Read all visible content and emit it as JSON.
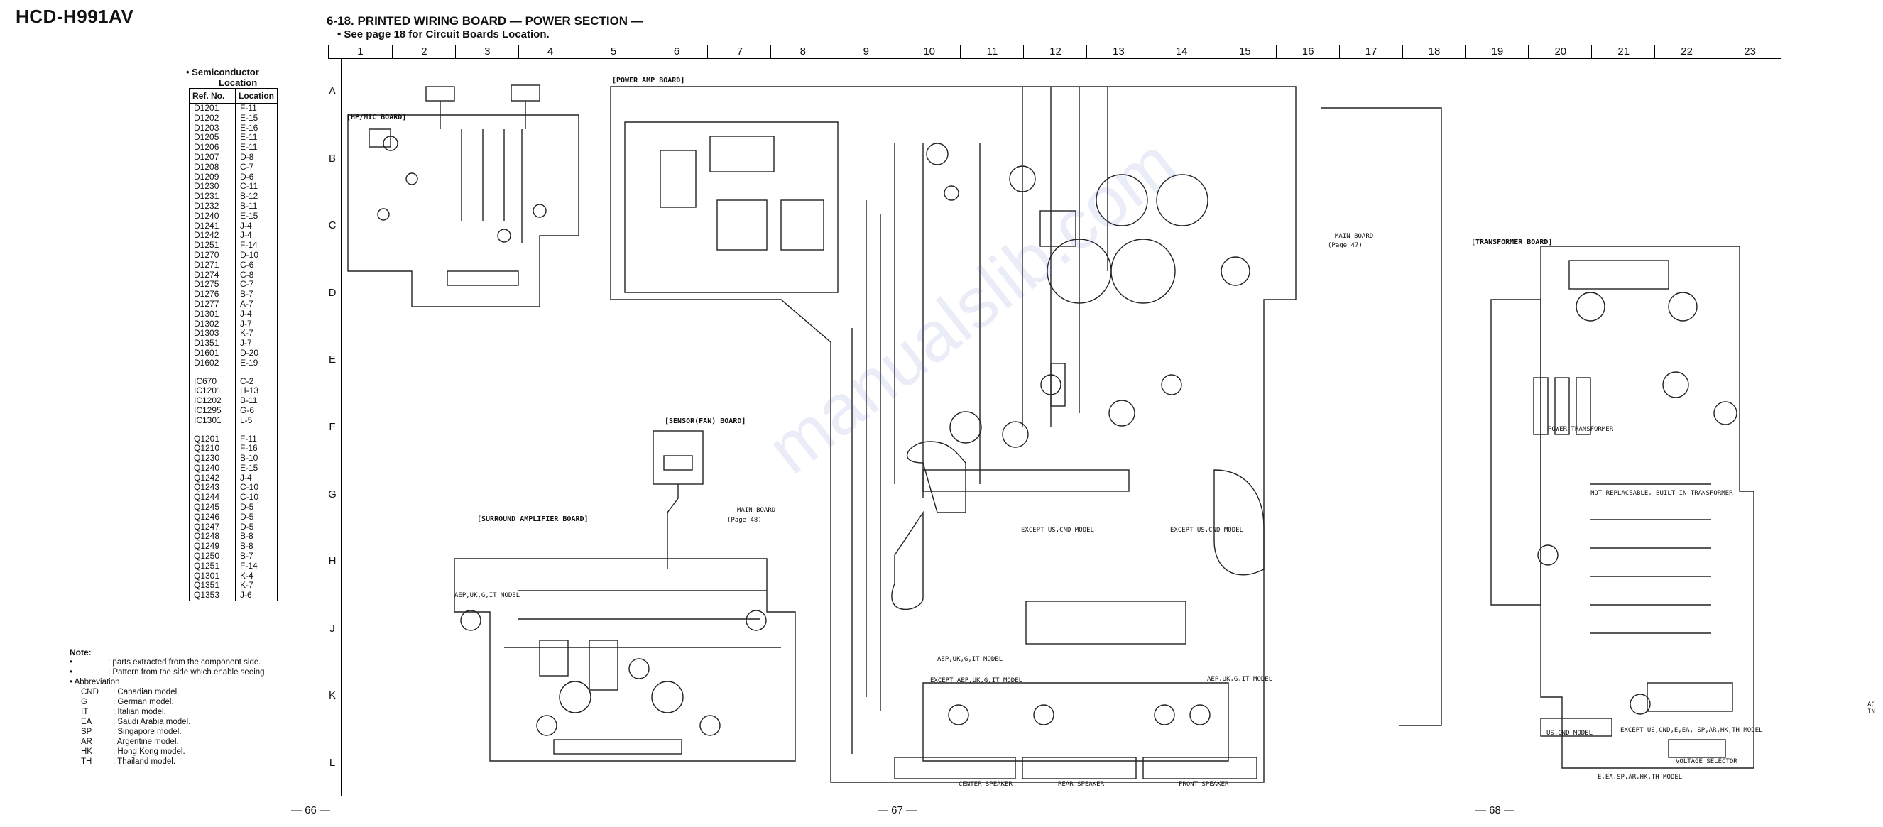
{
  "header": {
    "model": "HCD-H991AV",
    "section_title": "6-18.  PRINTED WIRING BOARD — POWER SECTION —",
    "section_subtitle": "• See page 18 for Circuit Boards Location."
  },
  "semiconductor": {
    "title_line1": "• Semiconductor",
    "title_line2": "Location",
    "col_ref": "Ref. No.",
    "col_loc": "Location",
    "groups": [
      [
        [
          "D1201",
          "F-11"
        ],
        [
          "D1202",
          "E-15"
        ],
        [
          "D1203",
          "E-16"
        ],
        [
          "D1205",
          "E-11"
        ],
        [
          "D1206",
          "E-11"
        ],
        [
          "D1207",
          "D-8"
        ],
        [
          "D1208",
          "C-7"
        ],
        [
          "D1209",
          "D-6"
        ],
        [
          "D1230",
          "C-11"
        ],
        [
          "D1231",
          "B-12"
        ],
        [
          "D1232",
          "B-11"
        ],
        [
          "D1240",
          "E-15"
        ],
        [
          "D1241",
          "J-4"
        ],
        [
          "D1242",
          "J-4"
        ],
        [
          "D1251",
          "F-14"
        ],
        [
          "D1270",
          "D-10"
        ],
        [
          "D1271",
          "C-6"
        ],
        [
          "D1274",
          "C-8"
        ],
        [
          "D1275",
          "C-7"
        ],
        [
          "D1276",
          "B-7"
        ],
        [
          "D1277",
          "A-7"
        ],
        [
          "D1301",
          "J-4"
        ],
        [
          "D1302",
          "J-7"
        ],
        [
          "D1303",
          "K-7"
        ],
        [
          "D1351",
          "J-7"
        ],
        [
          "D1601",
          "D-20"
        ],
        [
          "D1602",
          "E-19"
        ]
      ],
      [
        [
          "IC670",
          "C-2"
        ],
        [
          "IC1201",
          "H-13"
        ],
        [
          "IC1202",
          "B-11"
        ],
        [
          "IC1295",
          "G-6"
        ],
        [
          "IC1301",
          "L-5"
        ]
      ],
      [
        [
          "Q1201",
          "F-11"
        ],
        [
          "Q1210",
          "F-16"
        ],
        [
          "Q1230",
          "B-10"
        ],
        [
          "Q1240",
          "E-15"
        ],
        [
          "Q1242",
          "J-4"
        ],
        [
          "Q1243",
          "C-10"
        ],
        [
          "Q1244",
          "C-10"
        ],
        [
          "Q1245",
          "D-5"
        ],
        [
          "Q1246",
          "D-5"
        ],
        [
          "Q1247",
          "D-5"
        ],
        [
          "Q1248",
          "B-8"
        ],
        [
          "Q1249",
          "B-8"
        ],
        [
          "Q1250",
          "B-7"
        ],
        [
          "Q1251",
          "F-14"
        ],
        [
          "Q1301",
          "K-4"
        ],
        [
          "Q1351",
          "K-7"
        ],
        [
          "Q1353",
          "J-6"
        ]
      ]
    ]
  },
  "notes": {
    "title": "Note:",
    "line1": ": parts extracted from the component side.",
    "line2": ": Pattern from the side which enable seeing.",
    "line3": "• Abbreviation",
    "abbreviations": [
      [
        "CND",
        ": Canadian model."
      ],
      [
        "G",
        ": German model."
      ],
      [
        "IT",
        ": Italian model."
      ],
      [
        "EA",
        ": Saudi Arabia model."
      ],
      [
        "SP",
        ": Singapore model."
      ],
      [
        "AR",
        ": Argentine model."
      ],
      [
        "HK",
        ": Hong Kong model."
      ],
      [
        "TH",
        ": Thailand model."
      ]
    ]
  },
  "grid": {
    "columns": [
      "1",
      "2",
      "3",
      "4",
      "5",
      "6",
      "7",
      "8",
      "9",
      "10",
      "11",
      "12",
      "13",
      "14",
      "15",
      "16",
      "17",
      "18",
      "19",
      "20",
      "21",
      "22",
      "23"
    ],
    "rows": [
      "A",
      "B",
      "C",
      "D",
      "E",
      "F",
      "G",
      "H",
      "J",
      "K",
      "L"
    ]
  },
  "boards": {
    "hp_mic": "[HP/MIC BOARD]",
    "power_amp": "[POWER AMP BOARD]",
    "sensor": "[SENSOR(FAN) BOARD]",
    "surround": "[SURROUND AMPLIFIER BOARD]",
    "transformer": "[TRANSFORMER BOARD]"
  },
  "labels": {
    "main_board_1": "MAIN BOARD",
    "main_board_1_page": "(Page 47)",
    "main_board_2": "MAIN BOARD",
    "main_board_2_page": "(Page 48)",
    "except_us_cnd_1": "EXCEPT US,CND MODEL",
    "except_us_cnd_2": "EXCEPT US,CND MODEL",
    "aep_uk_g_it_1": "AEP,UK,G,IT MODEL",
    "aep_uk_g_it_2": "AEP,UK,G,IT MODEL",
    "aep_uk_g_it_3": "AEP,UK,G,IT MODEL",
    "except_aep": "EXCEPT AEP,UK,G,IT MODEL",
    "center_speaker": "CENTER SPEAKER",
    "rear_speaker": "REAR SPEAKER",
    "front_speaker": "FRONT SPEAKER",
    "power_transformer": "POWER TRANSFORMER",
    "voltage_selector": "VOLTAGE SELECTOR",
    "not_replaceable": "NOT REPLACEABLE, BUILT IN TRANSFORMER",
    "us_cnd_model": "US,CND MODEL",
    "except_us_cnd_ea": "EXCEPT US,CND,E,EA, SP,AR,HK,TH MODEL",
    "e_ea_sp": "E,EA,SP,AR,HK,TH MODEL",
    "ac_in": "AC IN",
    "pageno_1": "— 66 —",
    "pageno_2": "— 67 —",
    "pageno_3": "— 68 —",
    "watermark": "manualslib.com"
  }
}
